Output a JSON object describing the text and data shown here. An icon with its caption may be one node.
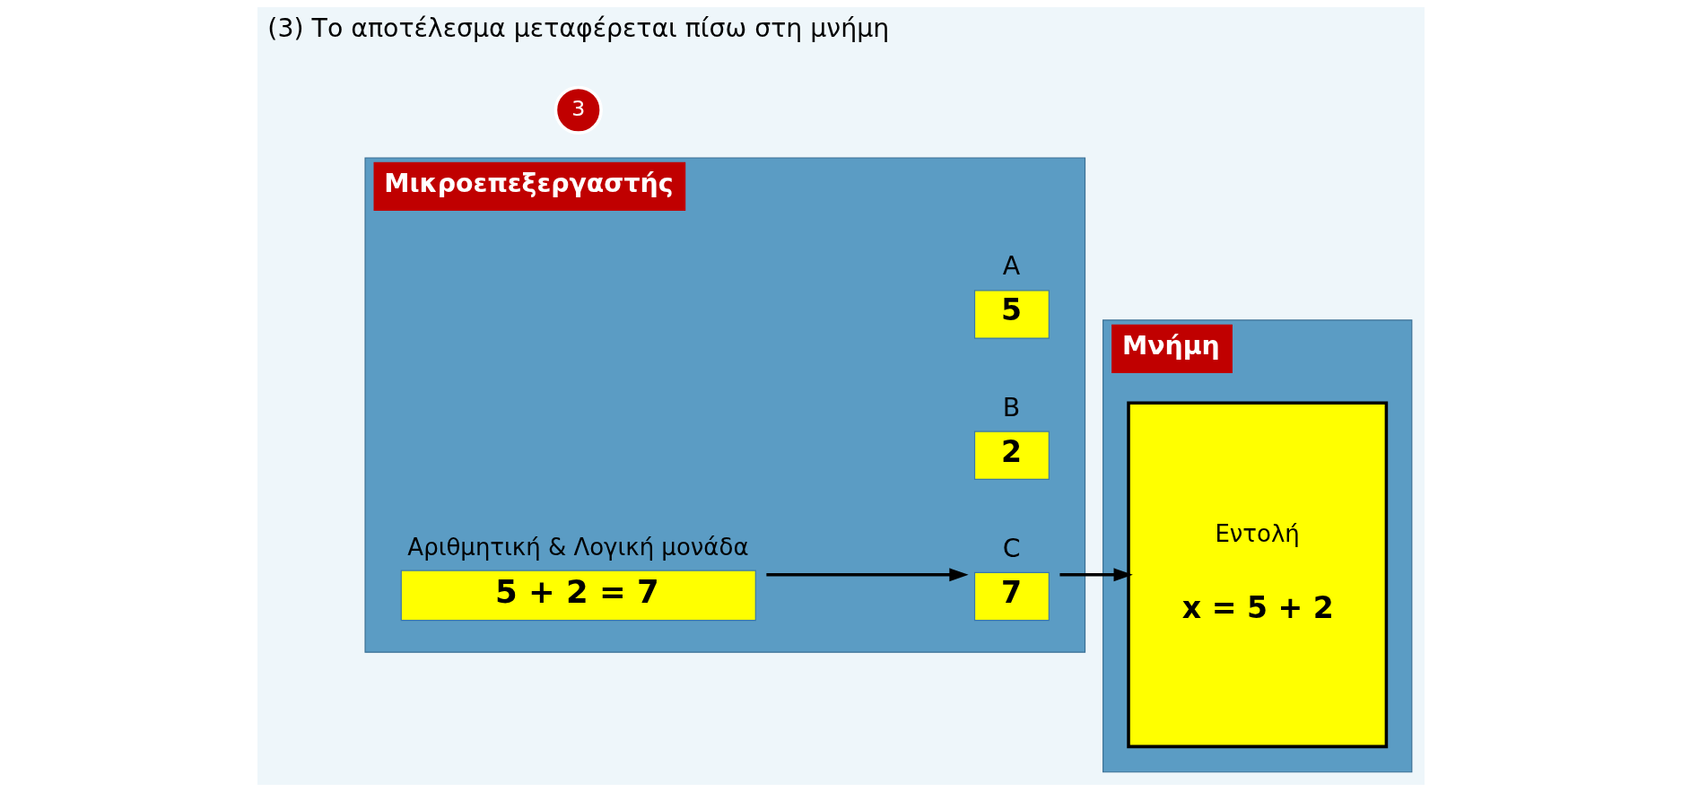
{
  "diagram": {
    "nodes": [
      {
        "text": [
          "Μικροεπεξεργαστής"
        ]
      },
      {
        "text": [
          "A",
          "5"
        ],
        "in": 0
      },
      {
        "text": [
          "B",
          "2"
        ],
        "in": 0
      },
      {
        "text": [
          "Αριθμητική & Λογική μονάδα",
          "5 + 2 = 7"
        ],
        "in": 0
      },
      {
        "text": [
          "C",
          "7"
        ],
        "in": 0
      },
      {
        "text": [
          "Μνήμη"
        ]
      },
      {
        "text": [
          "Εντολή",
          "x = 5 + 2"
        ],
        "in": 5
      },
      {
        "text": [
          "3"
        ]
      }
    ],
    "edges": [
      {
        "from": 3,
        "to": 4,
        "arrow": "to"
      },
      {
        "from": 4,
        "to": 6,
        "arrow": "to"
      }
    ],
    "labels": [
      "(3) Το αποτέλεσμα μεταφέρεται πίσω στη μνήμη"
    ]
  }
}
